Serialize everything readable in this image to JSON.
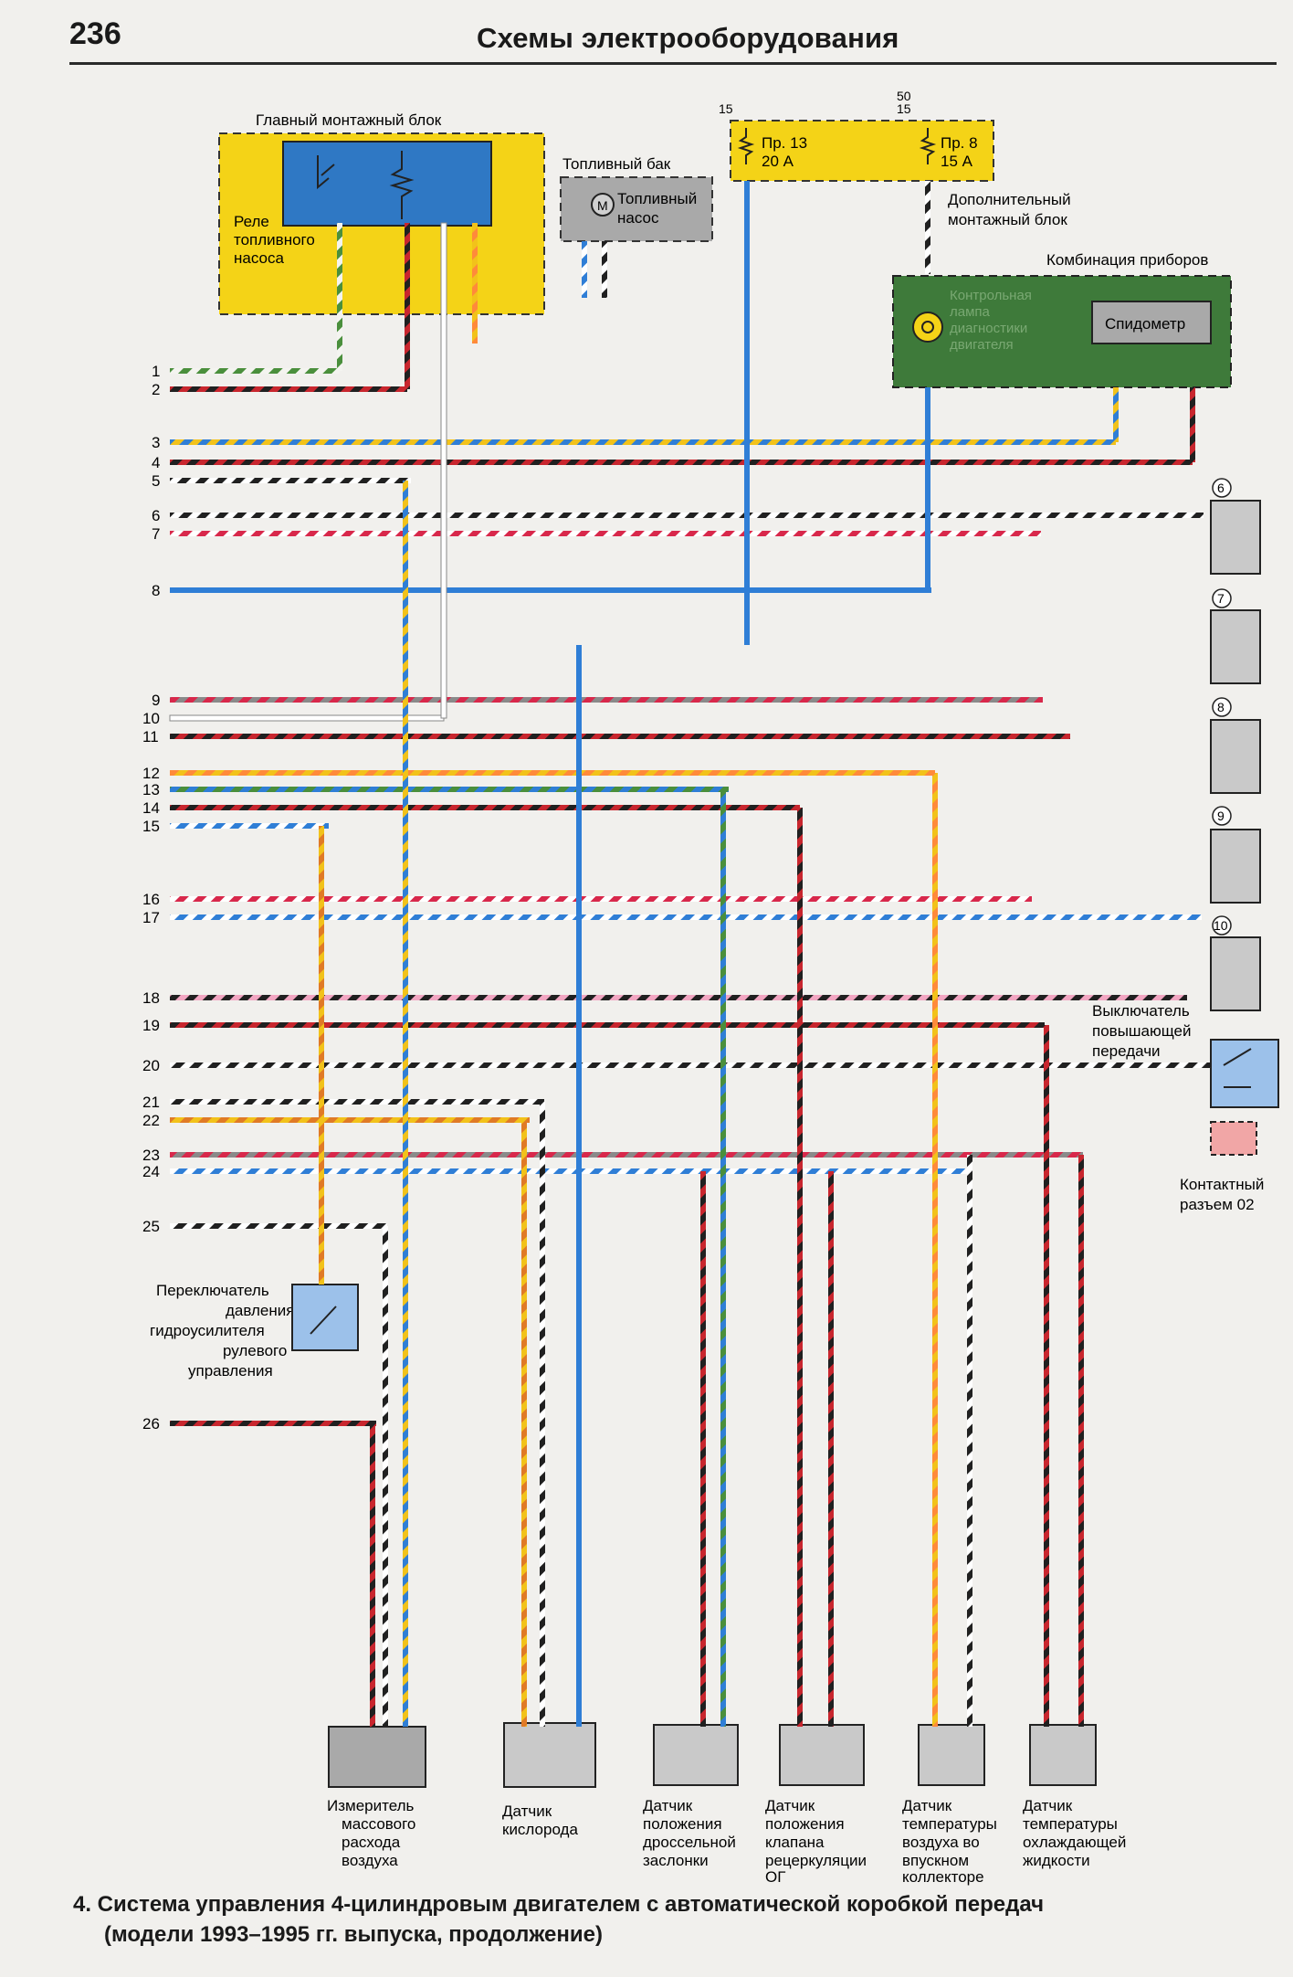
{
  "page": {
    "number": "236",
    "title": "Схемы электрооборудования"
  },
  "caption": {
    "line1": "4. Система управления 4-цилиндровым двигателем с автоматической коробкой передач",
    "line2": "(модели 1993–1995 гг. выпуска, продолжение)"
  },
  "blocks": {
    "main_mounting_block": "Главный монтажный блок",
    "fuel_pump_relay": [
      "Реле",
      "топливного",
      "насоса"
    ],
    "fuel_tank": "Топливный бак",
    "fuel_pump": [
      "Топливный",
      "насос"
    ],
    "fuse_13": [
      "Пр. 13",
      "20 А"
    ],
    "fuse_8": [
      "Пр. 8",
      "15 А"
    ],
    "fuse_13_terminal": "15",
    "fuse_8_terminals": [
      "50",
      "15"
    ],
    "aux_mounting_block": [
      "Дополнительный",
      "монтажный блок"
    ],
    "instrument_cluster": "Комбинация приборов",
    "diagnostic_lamp": [
      "Контрольная",
      "лампа",
      "диагностики",
      "двигателя"
    ],
    "speedometer": "Спидометр",
    "overdrive_switch": [
      "Выключатель",
      "повышающей",
      "передачи"
    ],
    "connector_02": [
      "Контактный",
      "разъем 02"
    ],
    "ps_pressure_switch": [
      "Переключатель",
      "давления",
      "гидроусилителя",
      "рулевого",
      "управления"
    ],
    "maf_sensor": [
      "Измеритель",
      "массового",
      "расхода",
      "воздуха"
    ],
    "oxygen_sensor": [
      "Датчик",
      "кислорода"
    ],
    "throttle_sensor": [
      "Датчик",
      "положения",
      "дроссельной",
      "заслонки"
    ],
    "egr_sensor": [
      "Датчик",
      "положения",
      "клапана",
      "рецеркуляции",
      "ОГ"
    ],
    "intake_temp_sensor": [
      "Датчик",
      "температуры",
      "воздуха во",
      "впускном",
      "коллекторе"
    ],
    "coolant_temp_sensor": [
      "Датчик",
      "температуры",
      "охлаждающей",
      "жидкости"
    ]
  },
  "injector_labels": [
    "6",
    "7",
    "8",
    "9",
    "10"
  ],
  "wire_numbers": [
    "1",
    "2",
    "3",
    "4",
    "5",
    "6",
    "7",
    "8",
    "9",
    "10",
    "11",
    "12",
    "13",
    "14",
    "15",
    "16",
    "17",
    "18",
    "19",
    "20",
    "21",
    "22",
    "23",
    "24",
    "25",
    "26"
  ],
  "colors": {
    "yellow_block": "#f4d317",
    "blue_relay": "#2f78c4",
    "grey_block": "#a9a9a9",
    "green_cluster": "#3e7a3a",
    "light_blue_switch": "#9cc1ea",
    "pink_connector": "#f1a6a6"
  }
}
